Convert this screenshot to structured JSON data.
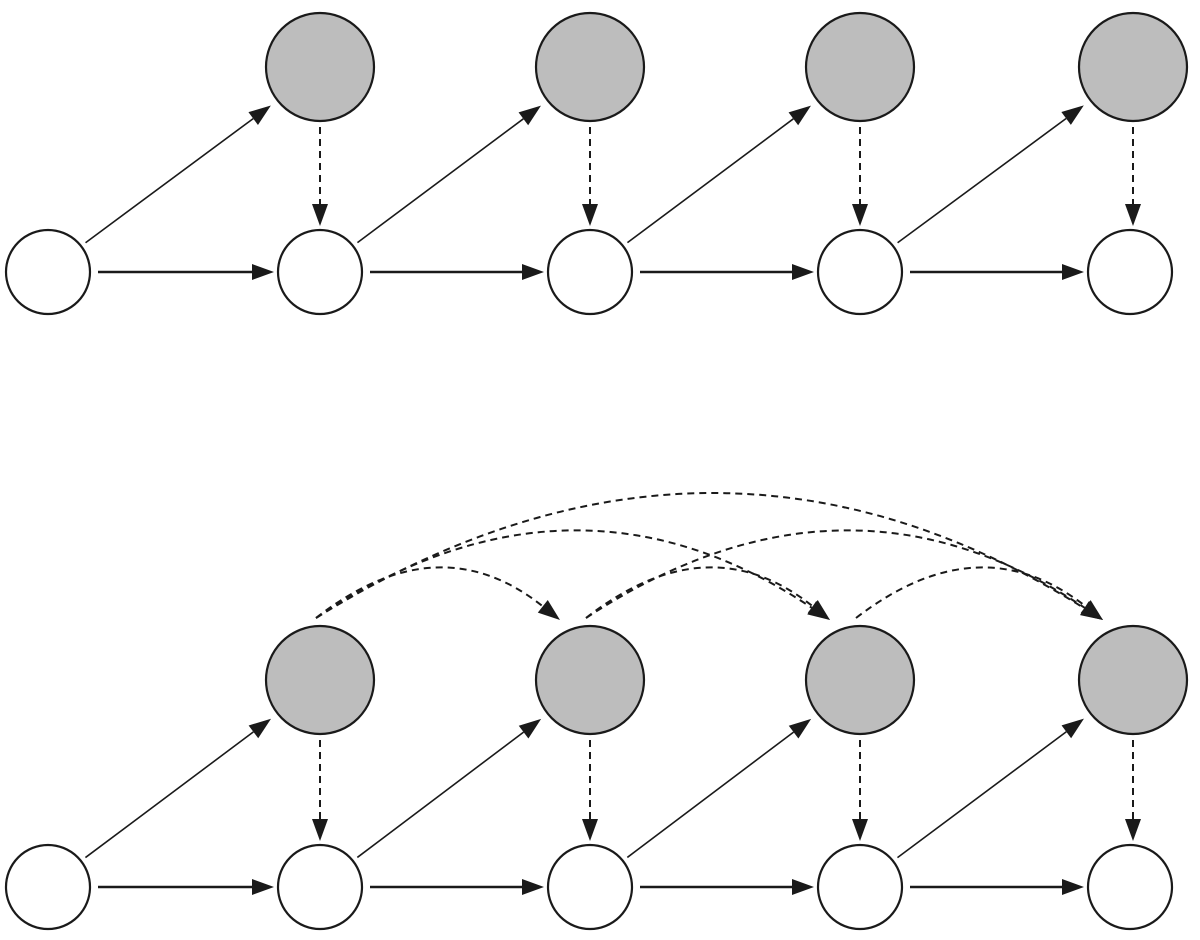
{
  "colors": {
    "hidden_fill": "#bdbdbd",
    "observed_fill": "#ffffff",
    "stroke": "#1a1a1a"
  },
  "diagrams": [
    {
      "id": "top",
      "steps": 5,
      "hidden_per_step": 4,
      "memory_edges": false
    },
    {
      "id": "bottom",
      "steps": 5,
      "hidden_per_step": 4,
      "memory_edges": true
    }
  ]
}
